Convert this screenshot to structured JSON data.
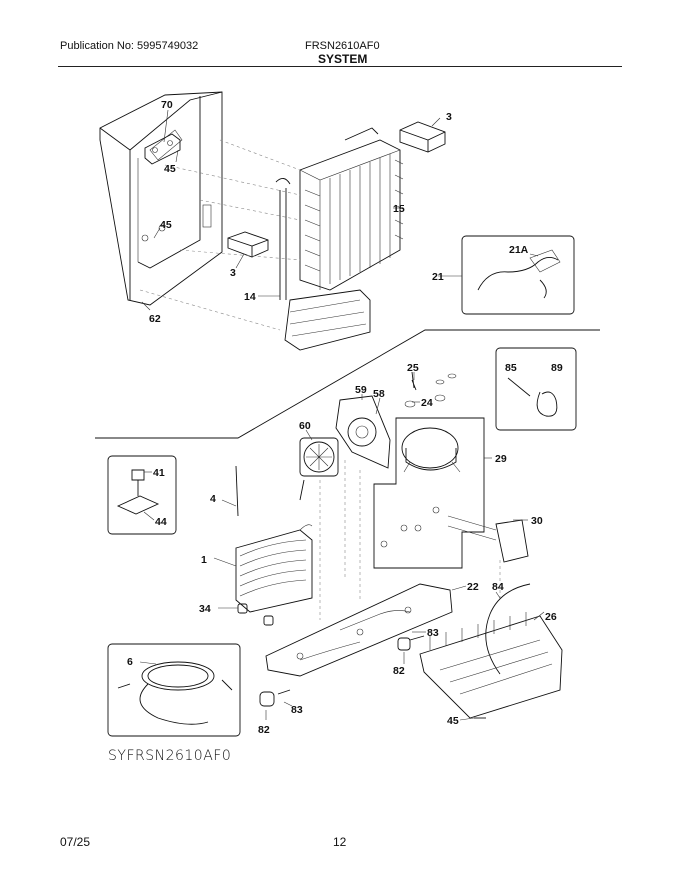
{
  "header": {
    "publication": "Publication No: 5995749032",
    "model": "FRSN2610AF0",
    "section": "SYSTEM"
  },
  "callouts": [
    "70",
    "45",
    "45",
    "3",
    "3",
    "15",
    "21A",
    "21",
    "14",
    "62",
    "25",
    "85",
    "89",
    "59",
    "58",
    "24",
    "60",
    "29",
    "41",
    "4",
    "44",
    "30",
    "1",
    "22",
    "84",
    "34",
    "83",
    "26",
    "6",
    "82",
    "83",
    "82",
    "45"
  ],
  "diagram_code": "SYFRSN2610AF0",
  "footer": {
    "date": "07/25",
    "page": "12"
  }
}
